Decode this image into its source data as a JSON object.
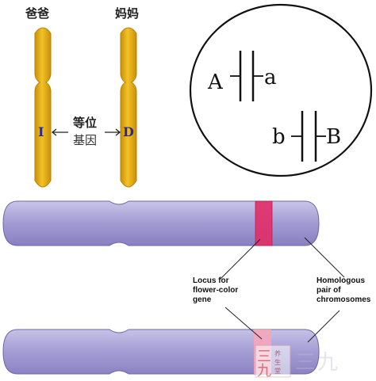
{
  "top_left": {
    "father_label": "爸爸",
    "mother_label": "妈妈",
    "father_gene": "I",
    "mother_gene": "D",
    "center_label_line1": "等位",
    "center_label_line2": "基因"
  },
  "circle": {
    "allele_A": "A",
    "allele_a": "a",
    "allele_b": "b",
    "allele_B": "B"
  },
  "bottom": {
    "locus_label": [
      "Locus for",
      "flower-color",
      "gene"
    ],
    "homologous_label": [
      "Homologous",
      "pair of",
      "chromosomes"
    ]
  },
  "colors": {
    "chromosome_yellow": "#e8b21a",
    "chromosome_purple": "#a9a3d6",
    "locus_band": "#e0306a"
  },
  "watermark": {
    "chars": [
      "三",
      "九"
    ],
    "small_chars": [
      "养",
      "生",
      "堂"
    ]
  }
}
